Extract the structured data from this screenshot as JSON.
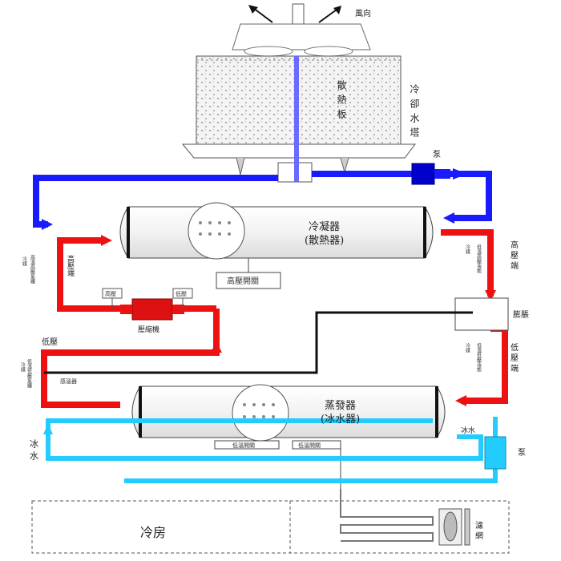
{
  "labels": {
    "wind_direction": "風向",
    "cooling_tower": "冷卻水塔",
    "fill_media": "散熱板",
    "pump_top": "泵",
    "condenser": "冷凝器",
    "condenser_sub": "(散熱器)",
    "high_pressure_switch": "高壓開關",
    "high_pressure_left": "高壓端",
    "high_pressure_right": "高壓端",
    "low_pressure_left": "低壓",
    "low_pressure_right": "低壓端",
    "expansion_valve": "膨脹",
    "compressor": "壓縮機",
    "gauge_left": "高壓",
    "gauge_right": "低壓",
    "evaporator": "蒸發器",
    "evaporator_sub": "(冰水器)",
    "ice_water_left": "冰水",
    "ice_water_right": "冰水",
    "pump_right": "泵",
    "cold_room": "冷房",
    "filter_label": "濾網",
    "sensor_left": "感溫器",
    "temp_switch_left": "低溫開關",
    "temp_switch_right": "低溫開關",
    "small_note_left_a": "冷媒",
    "small_note_left_b": "高溫高壓氣體",
    "small_note_left_c": "低溫低壓氣體",
    "small_note_left_d": "冷媒",
    "small_note_right_a": "冷媒",
    "small_note_right_b": "低溫高壓液態",
    "small_note_right_c": "冷媒",
    "small_note_right_d": "低溫低壓液態"
  },
  "colors": {
    "cooling_water": "#1a1aff",
    "refrigerant": "#ee1111",
    "chilled_water": "#22ccff",
    "control_line": "#111111",
    "pump": "#0000cc",
    "compressor": "#dd1111"
  },
  "icons": [
    "arrow-icon",
    "pump-icon",
    "fan-icon"
  ]
}
